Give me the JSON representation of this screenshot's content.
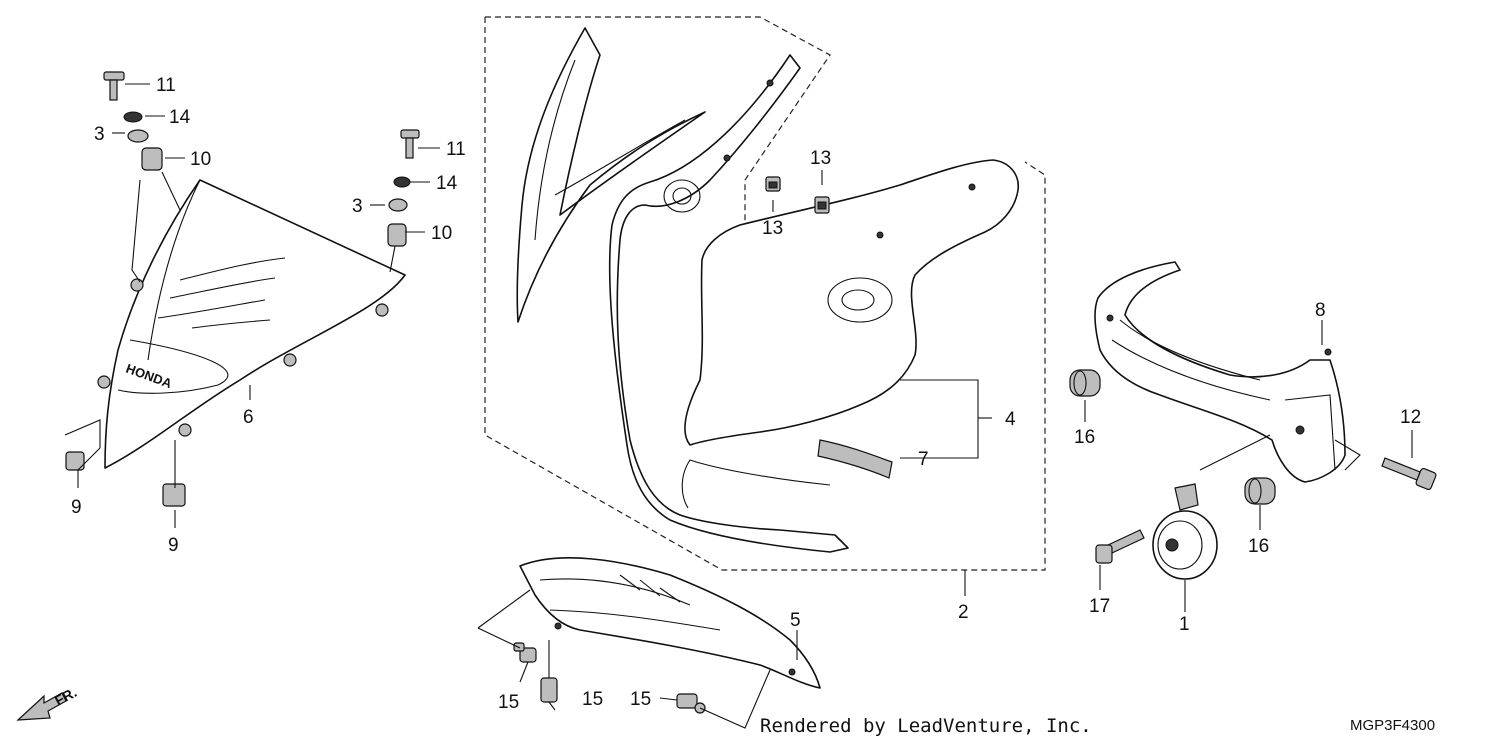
{
  "diagram": {
    "labels": {
      "p1": "1",
      "p2": "2",
      "p3a": "3",
      "p3b": "3",
      "p4": "4",
      "p5": "5",
      "p6": "6",
      "p7": "7",
      "p8": "8",
      "p9a": "9",
      "p9b": "9",
      "p10a": "10",
      "p10b": "10",
      "p11a": "11",
      "p11b": "11",
      "p12": "12",
      "p13a": "13",
      "p13b": "13",
      "p14a": "14",
      "p14b": "14",
      "p15a": "15",
      "p15b": "15",
      "p15c": "15",
      "p16a": "16",
      "p16b": "16",
      "p17": "17"
    },
    "screen_brand": "HONDA",
    "front_marker": "FR.",
    "credit": "Rendered by LeadVenture, Inc.",
    "diagram_code": "MGP3F4300"
  }
}
